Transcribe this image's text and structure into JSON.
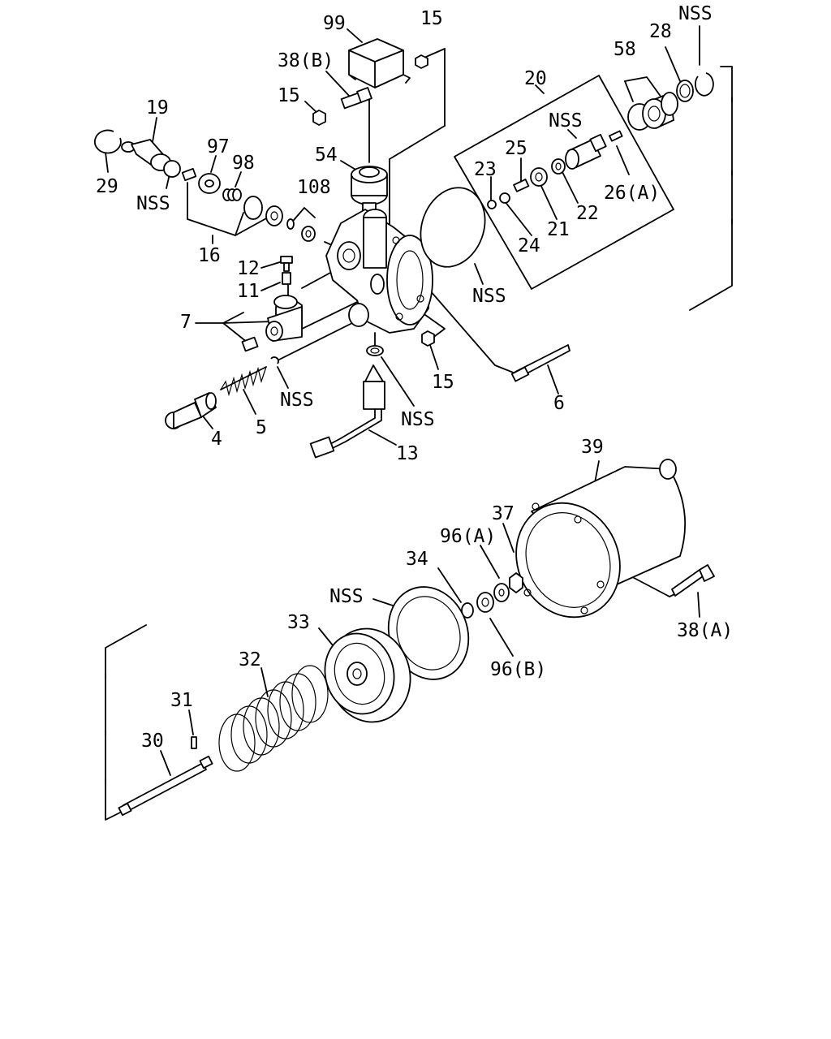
{
  "labels": {
    "p99": "99",
    "p15_top": "15",
    "p38b": "38(B)",
    "p15_left": "15",
    "p19": "19",
    "p29": "29",
    "nss_19": "NSS",
    "p97": "97",
    "p98": "98",
    "p16": "16",
    "p108": "108",
    "p54": "54",
    "p12": "12",
    "p11": "11",
    "p7": "7",
    "nss_5": "NSS",
    "p4": "4",
    "p5": "5",
    "p15_right": "15",
    "nss_13": "NSS",
    "p13": "13",
    "p6": "6",
    "nss_diaphragm": "NSS",
    "p20": "20",
    "nss_20": "NSS",
    "p23": "23",
    "p25": "25",
    "p24": "24",
    "p21": "21",
    "p22": "22",
    "p26a": "26(A)",
    "p58": "58",
    "p28": "28",
    "nss_top_right": "NSS",
    "p39": "39",
    "p37": "37",
    "p96a": "96(A)",
    "p34": "34",
    "nss_34": "NSS",
    "p33": "33",
    "p32": "32",
    "p96b": "96(B)",
    "p38a": "38(A)",
    "p31": "31",
    "p30": "30"
  }
}
